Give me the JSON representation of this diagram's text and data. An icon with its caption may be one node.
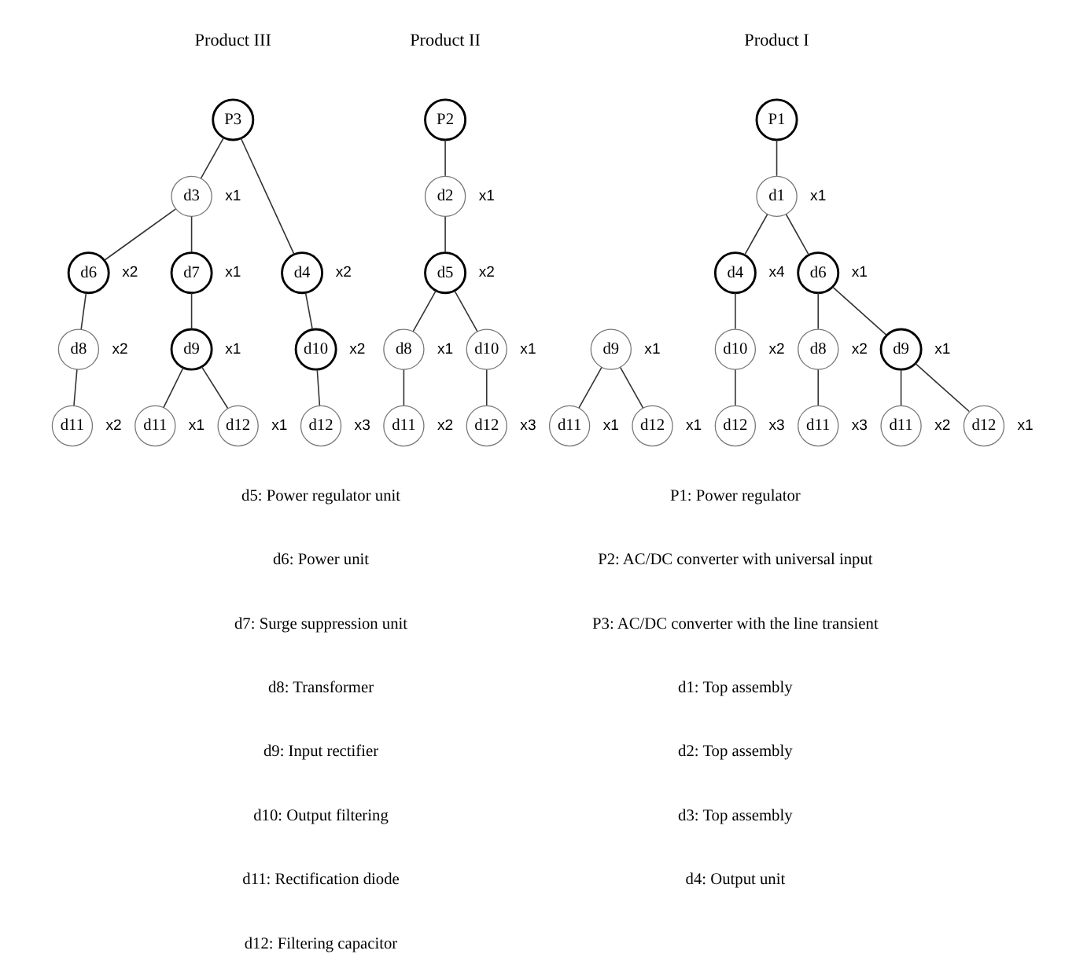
{
  "diagram": {
    "nodes": [
      {
        "text": [
          "P1"
        ]
      },
      {
        "text": [
          "P2"
        ]
      },
      {
        "text": [
          "P3"
        ]
      },
      {
        "text": [
          "d1"
        ],
        "beside": [
          "x1"
        ]
      },
      {
        "text": [
          "d2"
        ],
        "beside": [
          "x1"
        ]
      },
      {
        "text": [
          "d3"
        ],
        "beside": [
          "x1"
        ]
      },
      {
        "text": [
          "d4"
        ],
        "beside": [
          "x4"
        ]
      },
      {
        "text": [
          "d6"
        ],
        "beside": [
          "x1"
        ]
      },
      {
        "text": [
          "d5"
        ],
        "beside": [
          "x2"
        ]
      },
      {
        "text": [
          "d6"
        ],
        "beside": [
          "x2"
        ]
      },
      {
        "text": [
          "d7"
        ],
        "beside": [
          "x1"
        ]
      },
      {
        "text": [
          "d4"
        ],
        "beside": [
          "x2"
        ]
      },
      {
        "text": [
          "d10"
        ],
        "beside": [
          "x2"
        ]
      },
      {
        "text": [
          "d8"
        ],
        "beside": [
          "x2"
        ]
      },
      {
        "text": [
          "d9"
        ],
        "beside": [
          "x1"
        ]
      },
      {
        "text": [
          "d8"
        ],
        "beside": [
          "x1"
        ]
      },
      {
        "text": [
          "d10"
        ],
        "beside": [
          "x1"
        ]
      },
      {
        "text": [
          "d8"
        ],
        "beside": [
          "x2"
        ]
      },
      {
        "text": [
          "d9"
        ],
        "beside": [
          "x1"
        ]
      },
      {
        "text": [
          "d9"
        ],
        "beside": [
          "x1"
        ]
      },
      {
        "text": [
          "d10"
        ],
        "beside": [
          "x2"
        ]
      },
      {
        "text": [
          "d12"
        ],
        "beside": [
          "x3"
        ]
      },
      {
        "text": [
          "d11"
        ],
        "beside": [
          "x3"
        ]
      },
      {
        "text": [
          "d11"
        ],
        "beside": [
          "x2"
        ]
      },
      {
        "text": [
          "d12"
        ],
        "beside": [
          "x1"
        ]
      },
      {
        "text": [
          "d11"
        ],
        "beside": [
          "x2"
        ]
      },
      {
        "text": [
          "d12"
        ],
        "beside": [
          "x3"
        ]
      },
      {
        "text": [
          "d11"
        ],
        "beside": [
          "x2"
        ]
      },
      {
        "text": [
          "d11"
        ],
        "beside": [
          "x1"
        ]
      },
      {
        "text": [
          "d12"
        ],
        "beside": [
          "x1"
        ]
      },
      {
        "text": [
          "d11"
        ],
        "beside": [
          "x1"
        ]
      },
      {
        "text": [
          "d12"
        ],
        "beside": [
          "x1"
        ]
      },
      {
        "text": [
          "d12"
        ],
        "beside": [
          "x3"
        ]
      }
    ],
    "edges": [
      {
        "from": 0,
        "to": 3,
        "arrow": "none"
      },
      {
        "from": 1,
        "to": 4,
        "arrow": "none"
      },
      {
        "from": 2,
        "to": 5,
        "arrow": "none"
      },
      {
        "from": 2,
        "to": 11,
        "arrow": "none"
      },
      {
        "from": 3,
        "to": 6,
        "arrow": "none"
      },
      {
        "from": 3,
        "to": 7,
        "arrow": "none"
      },
      {
        "from": 4,
        "to": 8,
        "arrow": "none"
      },
      {
        "from": 5,
        "to": 9,
        "arrow": "none"
      },
      {
        "from": 5,
        "to": 10,
        "arrow": "none"
      },
      {
        "from": 6,
        "to": 12,
        "arrow": "none"
      },
      {
        "from": 7,
        "to": 13,
        "arrow": "none"
      },
      {
        "from": 7,
        "to": 14,
        "arrow": "none"
      },
      {
        "from": 8,
        "to": 15,
        "arrow": "none"
      },
      {
        "from": 8,
        "to": 16,
        "arrow": "none"
      },
      {
        "from": 9,
        "to": 17,
        "arrow": "none"
      },
      {
        "from": 10,
        "to": 19,
        "arrow": "none"
      },
      {
        "from": 11,
        "to": 20,
        "arrow": "none"
      },
      {
        "from": 12,
        "to": 21,
        "arrow": "none"
      },
      {
        "from": 13,
        "to": 22,
        "arrow": "none"
      },
      {
        "from": 14,
        "to": 23,
        "arrow": "none"
      },
      {
        "from": 14,
        "to": 24,
        "arrow": "none"
      },
      {
        "from": 15,
        "to": 25,
        "arrow": "none"
      },
      {
        "from": 16,
        "to": 26,
        "arrow": "none"
      },
      {
        "from": 17,
        "to": 27,
        "arrow": "none"
      },
      {
        "from": 18,
        "to": 28,
        "arrow": "none"
      },
      {
        "from": 18,
        "to": 29,
        "arrow": "none"
      },
      {
        "from": 19,
        "to": 30,
        "arrow": "none"
      },
      {
        "from": 19,
        "to": 31,
        "arrow": "none"
      },
      {
        "from": 20,
        "to": 32,
        "arrow": "none"
      }
    ],
    "labels": [
      "Product I",
      "Product II",
      "Product III",
      "P1: Power regulator",
      "P2: AC/DC converter with universal input",
      "P3: AC/DC converter with the line transient",
      "d1: Top assembly",
      "d2: Top assembly",
      "d3: Top assembly",
      "d4: Output unit",
      "d5: Power regulator unit",
      "d6: Power unit",
      "d7: Surge suppression unit",
      "d8: Transformer",
      "d9: Input rectifier",
      "d10: Output filtering",
      "d11: Rectification diode",
      "d12: Filtering capacitor"
    ]
  }
}
